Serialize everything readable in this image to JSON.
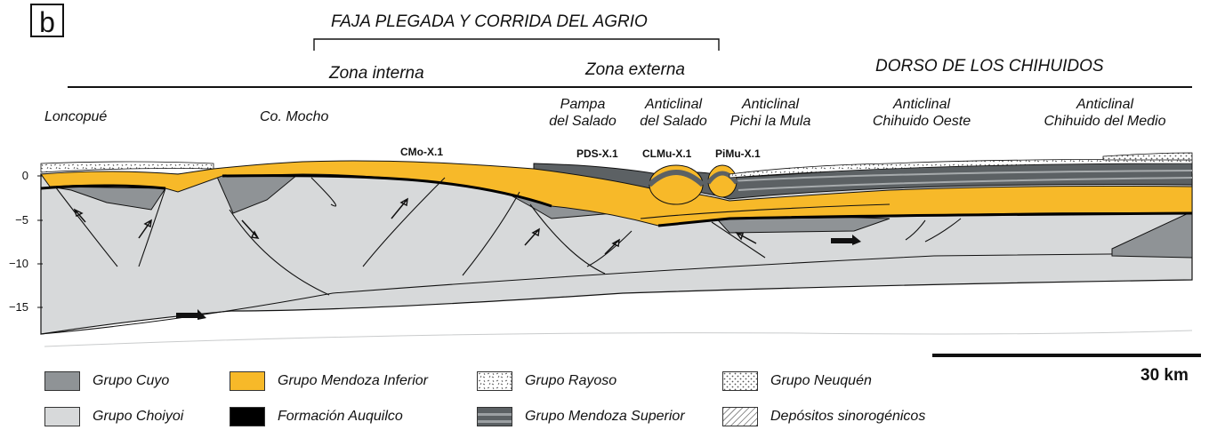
{
  "panel_label": "b",
  "headers": {
    "belt_title": "FAJA PLEGADA Y CORRIDA DEL AGRIO",
    "inner_zone": "Zona interna",
    "outer_zone": "Zona externa",
    "dorso": "DORSO DE LOS CHIHUIDOS"
  },
  "localities": [
    {
      "id": "loncopue",
      "lines": [
        "Loncopué"
      ]
    },
    {
      "id": "co-mocho",
      "lines": [
        "Co. Mocho"
      ]
    },
    {
      "id": "pampa-salado",
      "lines": [
        "Pampa",
        "del Salado"
      ]
    },
    {
      "id": "anticlinal-salado",
      "lines": [
        "Anticlinal",
        "del Salado"
      ]
    },
    {
      "id": "anticlinal-pichi",
      "lines": [
        "Anticlinal",
        "Pichi la Mula"
      ]
    },
    {
      "id": "anticlinal-chihuido-oeste",
      "lines": [
        "Anticlinal",
        "Chihuido Oeste"
      ]
    },
    {
      "id": "anticlinal-chihuido-medio",
      "lines": [
        "Anticlinal",
        "Chihuido del Medio"
      ]
    }
  ],
  "wells": [
    "CMo-X.1",
    "PDS-X.1",
    "CLMu-X.1",
    "PiMu-X.1"
  ],
  "depth_ticks": [
    "0",
    "−5",
    "−10",
    "−15"
  ],
  "scale_bar": {
    "label": "30 km"
  },
  "legend": [
    {
      "id": "cuyo",
      "label": "Grupo Cuyo",
      "color": "#8f9396"
    },
    {
      "id": "mendoza-inferior",
      "label": "Grupo Mendoza Inferior",
      "color": "#f7b929"
    },
    {
      "id": "rayoso",
      "label": "Grupo Rayoso",
      "pattern": "checks"
    },
    {
      "id": "neuquen",
      "label": "Grupo Neuquén",
      "pattern": "dots"
    },
    {
      "id": "choiyoi",
      "label": "Grupo Choiyoi",
      "color": "#d7d9da"
    },
    {
      "id": "auquilco",
      "label": "Formación Auquilco",
      "color": "#000000"
    },
    {
      "id": "mendoza-superior",
      "label": "Grupo Mendoza Superior",
      "pattern": "bands"
    },
    {
      "id": "sinorogenicos",
      "label": "Depósitos sinorogénicos",
      "pattern": "hatch"
    }
  ],
  "colors": {
    "choiyoi": "#d7d9da",
    "cuyo": "#8f9396",
    "mendoza_inferior": "#f7b929",
    "mendoza_superior": "#5c6164",
    "auquilco": "#000000"
  }
}
